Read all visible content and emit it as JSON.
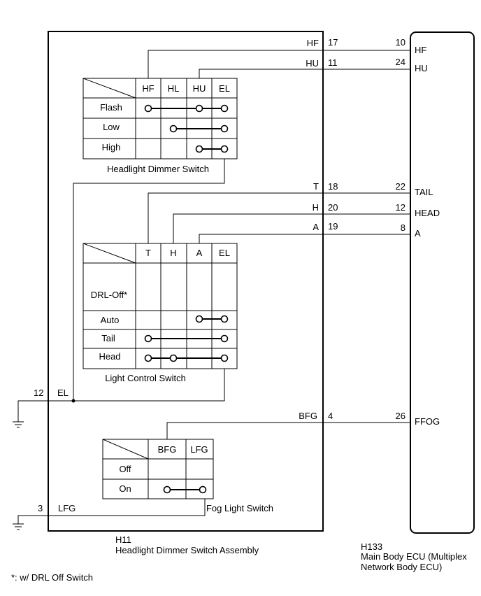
{
  "assembly": {
    "code": "H11",
    "name": "Headlight Dimmer Switch Assembly"
  },
  "ecu": {
    "code": "H133",
    "name_line1": "Main Body ECU (Multiplex",
    "name_line2": "Network Body ECU)"
  },
  "footnote": "*: w/ DRL Off Switch",
  "wires": [
    {
      "sig": "HF",
      "pin": "17",
      "ecu_pin": "10",
      "ecu_sig": "HF"
    },
    {
      "sig": "HU",
      "pin": "11",
      "ecu_pin": "24",
      "ecu_sig": "HU"
    },
    {
      "sig": "T",
      "pin": "18",
      "ecu_pin": "22",
      "ecu_sig": "TAIL"
    },
    {
      "sig": "H",
      "pin": "20",
      "ecu_pin": "12",
      "ecu_sig": "HEAD"
    },
    {
      "sig": "A",
      "pin": "19",
      "ecu_pin": "8",
      "ecu_sig": "A"
    },
    {
      "sig": "BFG",
      "pin": "4",
      "ecu_pin": "26",
      "ecu_sig": "FFOG"
    }
  ],
  "grounds": [
    {
      "pin": "12",
      "sig": "EL"
    },
    {
      "pin": "3",
      "sig": "LFG"
    }
  ],
  "dimmer_switch": {
    "name": "Headlight Dimmer Switch",
    "columns": [
      "HF",
      "HL",
      "HU",
      "EL"
    ],
    "rows": [
      "Flash",
      "Low",
      "High"
    ]
  },
  "light_control_switch": {
    "name": "Light Control Switch",
    "columns": [
      "T",
      "H",
      "A",
      "EL"
    ],
    "rows": [
      "DRL-Off*",
      "Auto",
      "Tail",
      "Head"
    ]
  },
  "fog_switch": {
    "name": "Fog Light Switch",
    "columns": [
      "BFG",
      "LFG"
    ],
    "rows": [
      "Off",
      "On"
    ]
  }
}
